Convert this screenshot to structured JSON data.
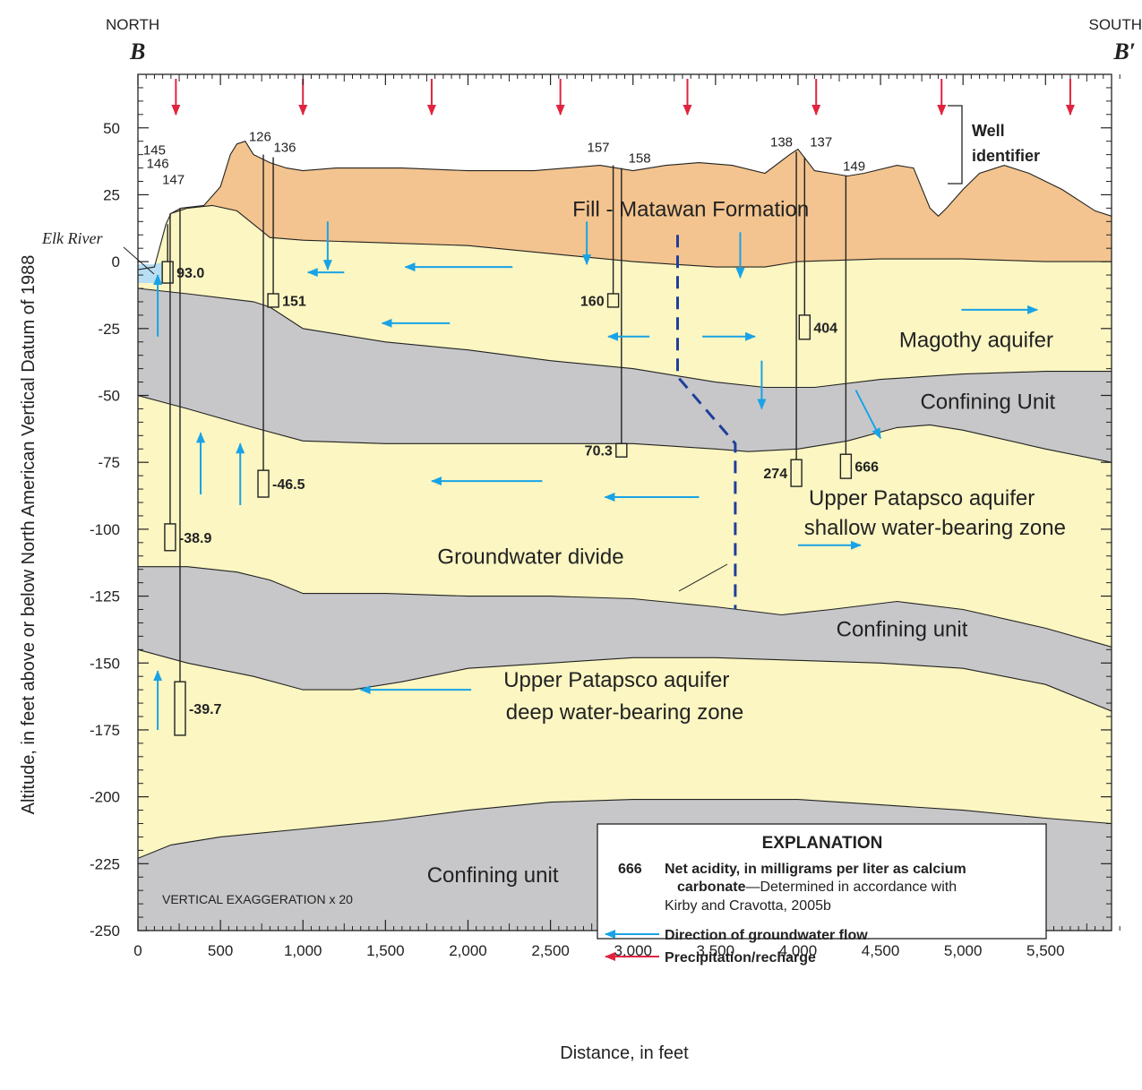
{
  "chart_data": {
    "type": "cross-section",
    "orientation": {
      "left": "NORTH",
      "right": "SOUTH"
    },
    "section": {
      "left": "B",
      "right": "B′"
    },
    "xlabel": "Distance, in feet",
    "ylabel": "Altitude, in feet above or below North American Vertical Datum of 1988",
    "xlim": [
      0,
      5900
    ],
    "ylim": [
      -250,
      70
    ],
    "x_ticks": [
      {
        "v": 0,
        "label": "0"
      },
      {
        "v": 500,
        "label": "500"
      },
      {
        "v": 1000,
        "label": "1,000"
      },
      {
        "v": 1500,
        "label": "1,500"
      },
      {
        "v": 2000,
        "label": "2,000"
      },
      {
        "v": 2500,
        "label": "2,500"
      },
      {
        "v": 3000,
        "label": "3,000"
      },
      {
        "v": 3500,
        "label": "3,500"
      },
      {
        "v": 4000,
        "label": "4,000"
      },
      {
        "v": 4500,
        "label": "4,500"
      },
      {
        "v": 5000,
        "label": "5,000"
      },
      {
        "v": 5500,
        "label": "5,500"
      }
    ],
    "y_ticks": [
      {
        "v": 50,
        "label": "50"
      },
      {
        "v": 25,
        "label": "25"
      },
      {
        "v": 0,
        "label": "0"
      },
      {
        "v": -25,
        "label": "-25"
      },
      {
        "v": -50,
        "label": "-50"
      },
      {
        "v": -75,
        "label": "-75"
      },
      {
        "v": -100,
        "label": "-100"
      },
      {
        "v": -125,
        "label": "-125"
      },
      {
        "v": -150,
        "label": "-150"
      },
      {
        "v": -175,
        "label": "-175"
      },
      {
        "v": -200,
        "label": "-200"
      },
      {
        "v": -225,
        "label": "-225"
      },
      {
        "v": -250,
        "label": "-250"
      }
    ],
    "surfaces": {
      "ground": [
        [
          0,
          -3
        ],
        [
          100,
          -2
        ],
        [
          170,
          14
        ],
        [
          200,
          18
        ],
        [
          260,
          20
        ],
        [
          400,
          21
        ],
        [
          500,
          28
        ],
        [
          560,
          40
        ],
        [
          600,
          44
        ],
        [
          650,
          45
        ],
        [
          700,
          40
        ],
        [
          800,
          37
        ],
        [
          900,
          35
        ],
        [
          1000,
          34
        ],
        [
          1200,
          35
        ],
        [
          1600,
          35
        ],
        [
          2000,
          34
        ],
        [
          2400,
          34
        ],
        [
          2800,
          36
        ],
        [
          3000,
          34
        ],
        [
          3200,
          36
        ],
        [
          3400,
          37
        ],
        [
          3600,
          36
        ],
        [
          3800,
          33
        ],
        [
          3950,
          40
        ],
        [
          4000,
          42
        ],
        [
          4050,
          38
        ],
        [
          4100,
          34
        ],
        [
          4200,
          33
        ],
        [
          4300,
          32
        ],
        [
          4400,
          33
        ],
        [
          4600,
          36
        ],
        [
          4700,
          35
        ],
        [
          4800,
          20
        ],
        [
          4850,
          17
        ],
        [
          4900,
          20
        ],
        [
          5000,
          27
        ],
        [
          5100,
          33
        ],
        [
          5250,
          36
        ],
        [
          5400,
          33
        ],
        [
          5600,
          27
        ],
        [
          5800,
          19
        ],
        [
          5900,
          17
        ]
      ],
      "fill_base": [
        [
          200,
          18
        ],
        [
          300,
          20
        ],
        [
          450,
          21
        ],
        [
          600,
          19
        ],
        [
          800,
          9
        ],
        [
          1000,
          8
        ],
        [
          1500,
          7
        ],
        [
          2000,
          6
        ],
        [
          2500,
          3
        ],
        [
          3000,
          0
        ],
        [
          3500,
          -2
        ],
        [
          3800,
          -2
        ],
        [
          4000,
          0
        ],
        [
          4500,
          1
        ],
        [
          5000,
          1
        ],
        [
          5500,
          0
        ],
        [
          5900,
          0
        ]
      ],
      "cu1_top": [
        [
          0,
          -10
        ],
        [
          300,
          -12
        ],
        [
          700,
          -15
        ],
        [
          800,
          -17
        ],
        [
          1000,
          -25
        ],
        [
          1500,
          -30
        ],
        [
          2000,
          -33
        ],
        [
          2500,
          -37
        ],
        [
          3000,
          -40
        ],
        [
          3500,
          -45
        ],
        [
          3800,
          -47
        ],
        [
          4100,
          -47
        ],
        [
          4500,
          -44
        ],
        [
          5000,
          -42
        ],
        [
          5500,
          -41
        ],
        [
          5900,
          -41
        ]
      ],
      "cu1_base": [
        [
          0,
          -50
        ],
        [
          300,
          -55
        ],
        [
          700,
          -62
        ],
        [
          1000,
          -67
        ],
        [
          1500,
          -68
        ],
        [
          2000,
          -68
        ],
        [
          2500,
          -68
        ],
        [
          3000,
          -68
        ],
        [
          3500,
          -70
        ],
        [
          3700,
          -71
        ],
        [
          4000,
          -70
        ],
        [
          4300,
          -67
        ],
        [
          4600,
          -62
        ],
        [
          4800,
          -61
        ],
        [
          5000,
          -63
        ],
        [
          5500,
          -70
        ],
        [
          5900,
          -75
        ]
      ],
      "cu2_top": [
        [
          0,
          -114
        ],
        [
          300,
          -114
        ],
        [
          450,
          -115
        ],
        [
          600,
          -116
        ],
        [
          800,
          -119
        ],
        [
          1000,
          -124
        ],
        [
          1500,
          -124
        ],
        [
          2000,
          -125
        ],
        [
          2500,
          -125
        ],
        [
          3000,
          -126
        ],
        [
          3500,
          -129
        ],
        [
          3900,
          -132
        ],
        [
          4200,
          -130
        ],
        [
          4600,
          -127
        ],
        [
          5000,
          -130
        ],
        [
          5500,
          -137
        ],
        [
          5900,
          -144
        ]
      ],
      "cu2_base": [
        [
          0,
          -145
        ],
        [
          300,
          -150
        ],
        [
          700,
          -155
        ],
        [
          1000,
          -160
        ],
        [
          1300,
          -160
        ],
        [
          1600,
          -157
        ],
        [
          2000,
          -152
        ],
        [
          2500,
          -150
        ],
        [
          3000,
          -148
        ],
        [
          3500,
          -148
        ],
        [
          4000,
          -149
        ],
        [
          4500,
          -150
        ],
        [
          5000,
          -152
        ],
        [
          5500,
          -158
        ],
        [
          5900,
          -168
        ]
      ],
      "cu3_top": [
        [
          0,
          -223
        ],
        [
          200,
          -218
        ],
        [
          500,
          -215
        ],
        [
          1000,
          -212
        ],
        [
          1500,
          -209
        ],
        [
          2000,
          -205
        ],
        [
          2500,
          -202
        ],
        [
          3000,
          -201
        ],
        [
          3500,
          -201
        ],
        [
          4000,
          -201
        ],
        [
          4500,
          -203
        ],
        [
          5000,
          -205
        ],
        [
          5500,
          -208
        ],
        [
          5900,
          -210
        ]
      ]
    },
    "units": [
      {
        "name": "Fill - Matawan Formation",
        "x": 3350,
        "y": 17
      },
      {
        "name": "Magothy aquifer",
        "x": 5080,
        "y": -32
      },
      {
        "name": "Confining Unit",
        "x": 5150,
        "y": -55
      },
      {
        "name": "Upper Patapsco aquifer",
        "x": 4750,
        "y": -91
      },
      {
        "name": "shallow water-bearing zone",
        "x": 4830,
        "y": -102
      },
      {
        "name": "Groundwater divide",
        "x": 2380,
        "y": -113
      },
      {
        "name": "Confining unit",
        "x": 4630,
        "y": -140
      },
      {
        "name": "Upper Patapsco aquifer",
        "x": 2900,
        "y": -159
      },
      {
        "name": "deep water-bearing zone",
        "x": 2950,
        "y": -171
      },
      {
        "name": "Confining unit",
        "x": 2150,
        "y": -232
      }
    ],
    "wells": [
      {
        "id": "145",
        "x": 180,
        "top": 14,
        "screen": [
          -8,
          0
        ],
        "acidity": "93.0",
        "lx": 100,
        "ly": 40
      },
      {
        "id": "146",
        "x": 195,
        "top": 18,
        "screen": [
          -108,
          -98
        ],
        "acidity": "-38.9",
        "lx": 120,
        "ly": 35
      },
      {
        "id": "147",
        "x": 255,
        "top": 20,
        "screen": [
          -177,
          -157
        ],
        "acidity": "-39.7",
        "lx": 215,
        "ly": 29
      },
      {
        "id": "126",
        "x": 760,
        "top": 40,
        "screen": [
          -88,
          -78
        ],
        "acidity": "-46.5",
        "lx": 740,
        "ly": 45
      },
      {
        "id": "136",
        "x": 820,
        "top": 39,
        "screen": [
          -17,
          -12
        ],
        "acidity": "151",
        "lx": 890,
        "ly": 41
      },
      {
        "id": "157",
        "x": 2880,
        "top": 36,
        "screen": [
          -17,
          -12
        ],
        "acidity": "160",
        "lx": 2790,
        "ly": 41
      },
      {
        "id": "158",
        "x": 2930,
        "top": 35,
        "screen": [
          -73,
          -68
        ],
        "acidity": "70.3",
        "lx": 3040,
        "ly": 37
      },
      {
        "id": "138",
        "x": 3990,
        "top": 41,
        "screen": [
          -84,
          -74
        ],
        "acidity": "274",
        "lx": 3900,
        "ly": 43
      },
      {
        "id": "137",
        "x": 4040,
        "top": 39,
        "screen": [
          -29,
          -20
        ],
        "acidity": "404",
        "lx": 4140,
        "ly": 43
      },
      {
        "id": "149",
        "x": 4290,
        "top": 32,
        "screen": [
          -81,
          -72
        ],
        "acidity": "666",
        "lx": 4340,
        "ly": 34
      }
    ],
    "precipitation_x": [
      230,
      1000,
      1780,
      2560,
      3330,
      4110,
      4870,
      5650
    ],
    "flow_arrows": [
      [
        1150,
        15,
        1150,
        -3
      ],
      [
        1250,
        -4,
        1030,
        -4
      ],
      [
        2270,
        -2,
        1620,
        -2
      ],
      [
        1890,
        -23,
        1480,
        -23
      ],
      [
        2720,
        15,
        2720,
        -1
      ],
      [
        3650,
        11,
        3650,
        -6
      ],
      [
        3100,
        -28,
        2850,
        -28
      ],
      [
        3420,
        -28,
        3740,
        -28
      ],
      [
        3780,
        -37,
        3780,
        -55
      ],
      [
        4990,
        -18,
        5450,
        -18
      ],
      [
        4350,
        -48,
        4500,
        -66
      ],
      [
        120,
        -28,
        120,
        -5
      ],
      [
        120,
        -175,
        120,
        -153
      ],
      [
        380,
        -87,
        380,
        -64
      ],
      [
        620,
        -91,
        620,
        -68
      ],
      [
        2450,
        -82,
        1780,
        -82
      ],
      [
        3400,
        -88,
        2830,
        -88
      ],
      [
        4000,
        -106,
        4380,
        -106
      ],
      [
        2020,
        -160,
        1350,
        -160
      ]
    ],
    "divide": [
      [
        3270,
        10
      ],
      [
        3270,
        -43
      ],
      [
        3620,
        -68
      ],
      [
        3620,
        -130
      ]
    ],
    "annotations": {
      "well_identifier": "Well identifier",
      "elk_river": "Elk River",
      "exaggeration": "VERTICAL EXAGGERATION x 20"
    },
    "explanation": {
      "title": "EXPLANATION",
      "sample_value": "666",
      "acidity_bold": "Net acidity, in milligrams per liter as calcium",
      "acidity_bold2": "carbonate",
      "acidity_rest": "—Determined in accordance with",
      "acidity_line3": "Kirby and Cravotta, 2005b",
      "flow_label": "Direction of groundwater flow",
      "precip_label": "Precipitation/recharge"
    },
    "colors": {
      "fill": "#f3c48f",
      "aquifer": "#fbf6c2",
      "confining": "#c7c7c9",
      "river": "#b7def2",
      "flow_arrow": "#19a3e6",
      "precip_arrow": "#e0243f",
      "divide": "#1f3f9a"
    }
  }
}
